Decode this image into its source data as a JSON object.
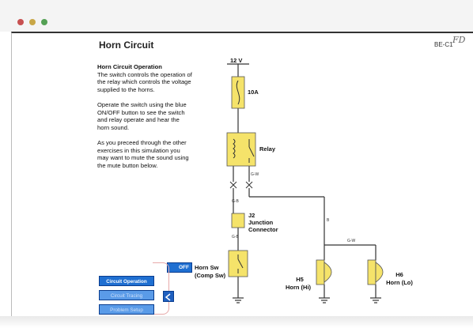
{
  "window": {
    "title": "Horn Circuit",
    "code": "BE-C1",
    "code_suffix": "FD"
  },
  "description": {
    "heading": "Horn Circuit Operation",
    "paragraphs": [
      "The switch controls the operation of the relay which controls the voltage supplied to the horns.",
      "Operate the switch using the blue ON/OFF button to see the switch and relay operate and hear the horn sound.",
      "As you preceed through the other exercises in this simulation you may want to mute the sound using the mute button below."
    ]
  },
  "menu": {
    "items": [
      {
        "label": "Circuit Operation",
        "state": "active"
      },
      {
        "label": "Circuit Tracing",
        "state": "dim"
      },
      {
        "label": "Problem Setup",
        "state": "dim"
      }
    ]
  },
  "controls": {
    "onoff_label": "OFF"
  },
  "schematic": {
    "supply_label": "12 V",
    "fuse_label": "10A",
    "relay_label": "Relay",
    "junction_label_1": "J2",
    "junction_label_2": "Junction",
    "junction_label_3": "Connector",
    "switch_label_1": "Horn Sw",
    "switch_label_2": "(Comp Sw)",
    "horn_hi_label_1": "H5",
    "horn_hi_label_2": "Horn (Hi)",
    "horn_lo_label_1": "H6",
    "horn_lo_label_2": "Horn (Lo)",
    "wire_labels": {
      "w1": "B",
      "w2": "G-W",
      "w3": "G-B",
      "w4": "G-B",
      "w5": "G-W"
    }
  },
  "colors": {
    "component_fill": "#f5e36a",
    "button_blue": "#1f6fd1",
    "wire": "#333333"
  }
}
